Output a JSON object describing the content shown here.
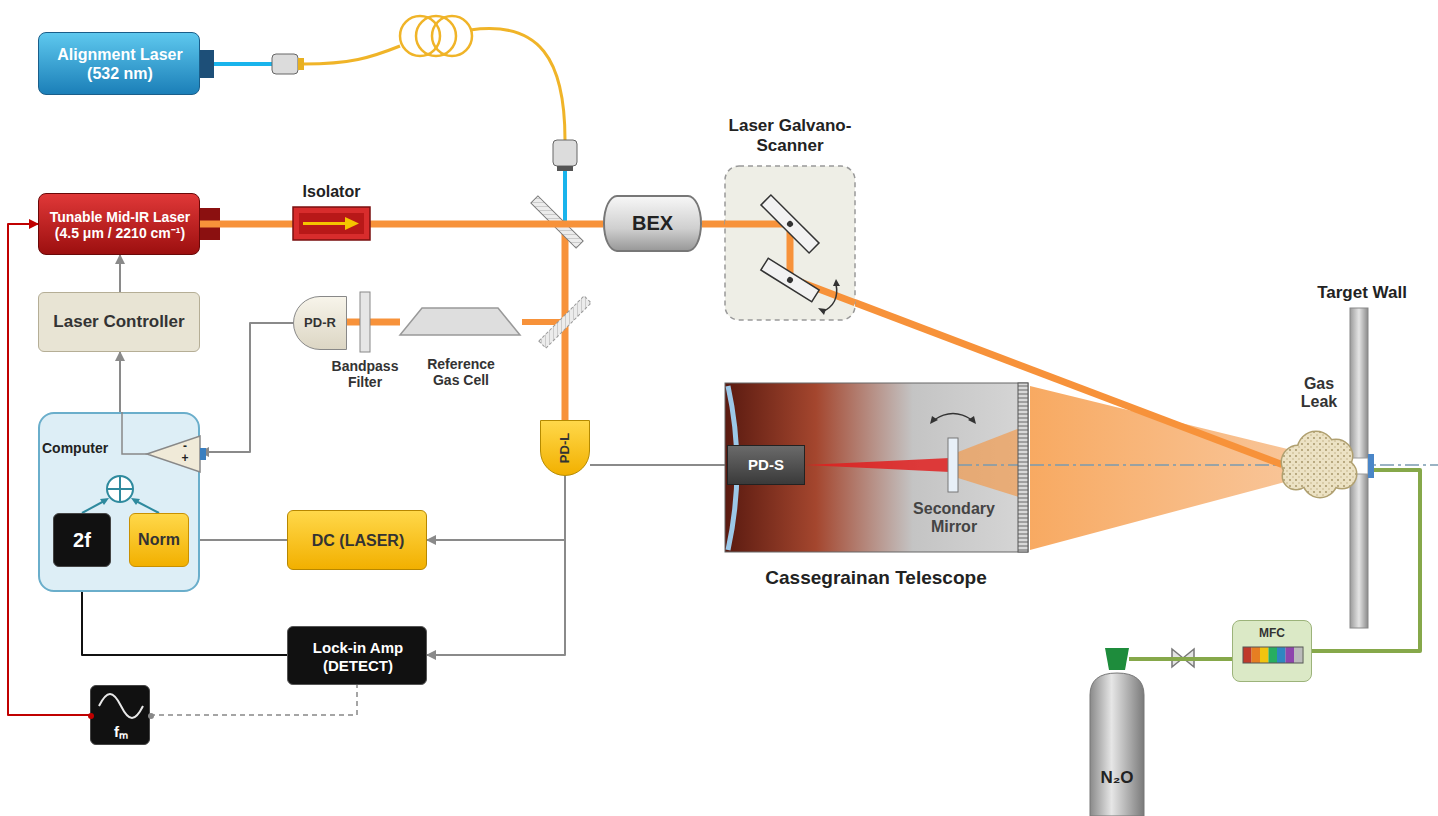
{
  "diagram": {
    "nodes": [
      {
        "text": [
          "Alignment Laser (532 nm)"
        ]
      },
      {
        "text": [
          "Tunable Mid-IR Laser (4.5 μm / 2210 cm⁻¹)"
        ]
      },
      {
        "text": [
          "Isolator"
        ]
      },
      {
        "text": [
          "BEX"
        ]
      },
      {
        "text": [
          "Laser Galvano-Scanner"
        ]
      },
      {
        "text": [
          "Laser Controller"
        ]
      },
      {
        "text": [
          "PD-R"
        ]
      },
      {
        "text": [
          "Bandpass Filter"
        ]
      },
      {
        "text": [
          "Reference Gas Cell"
        ]
      },
      {
        "text": [
          "Target Wall"
        ]
      },
      {
        "text": [
          "Gas Leak"
        ]
      },
      {
        "text": [
          "Computer"
        ]
      },
      {
        "text": [
          "2f"
        ],
        "in": 11
      },
      {
        "text": [
          "Norm"
        ],
        "in": 11
      },
      {
        "text": [
          "PD-L"
        ]
      },
      {
        "text": [
          "Cassegrainan Telescope"
        ]
      },
      {
        "text": [
          "PD-S"
        ],
        "in": 15
      },
      {
        "text": [
          "DC (LASER)"
        ]
      },
      {
        "text": [
          "Lock-in Amp (DETECT)"
        ]
      },
      {
        "text": [
          "fₘ"
        ]
      },
      {
        "text": [
          "MFC"
        ]
      },
      {
        "text": [
          "N₂O"
        ]
      }
    ],
    "edges": [
      {
        "from": 5,
        "to": 1,
        "arrow": "to"
      },
      {
        "from": 11,
        "to": 5,
        "arrow": "to"
      },
      {
        "from": 6,
        "to": 11,
        "arrow": "to"
      },
      {
        "from": 14,
        "to": 17,
        "arrow": "to"
      },
      {
        "from": 14,
        "to": 18,
        "arrow": "to"
      },
      {
        "from": 17,
        "to": 13,
        "arrow": "to"
      },
      {
        "from": 18,
        "to": 12,
        "arrow": "to"
      },
      {
        "from": 19,
        "to": 1,
        "arrow": "to"
      },
      {
        "from": 19,
        "to": 18,
        "arrow": "none"
      },
      {
        "from": 14,
        "to": 16,
        "arrow": "none"
      },
      {
        "from": 21,
        "to": 20,
        "arrow": "none"
      },
      {
        "from": 20,
        "to": 9,
        "arrow": "none"
      },
      {
        "from": 1,
        "to": 2,
        "arrow": "none"
      },
      {
        "from": 2,
        "to": 3,
        "arrow": "none"
      },
      {
        "from": 3,
        "to": 4,
        "arrow": "none"
      },
      {
        "from": 4,
        "to": 10,
        "arrow": "none"
      },
      {
        "from": 8,
        "to": 7,
        "arrow": "none"
      },
      {
        "from": 7,
        "to": 6,
        "arrow": "none"
      }
    ],
    "labels": [
      "Secondary Mirror",
      "-",
      "+"
    ]
  }
}
